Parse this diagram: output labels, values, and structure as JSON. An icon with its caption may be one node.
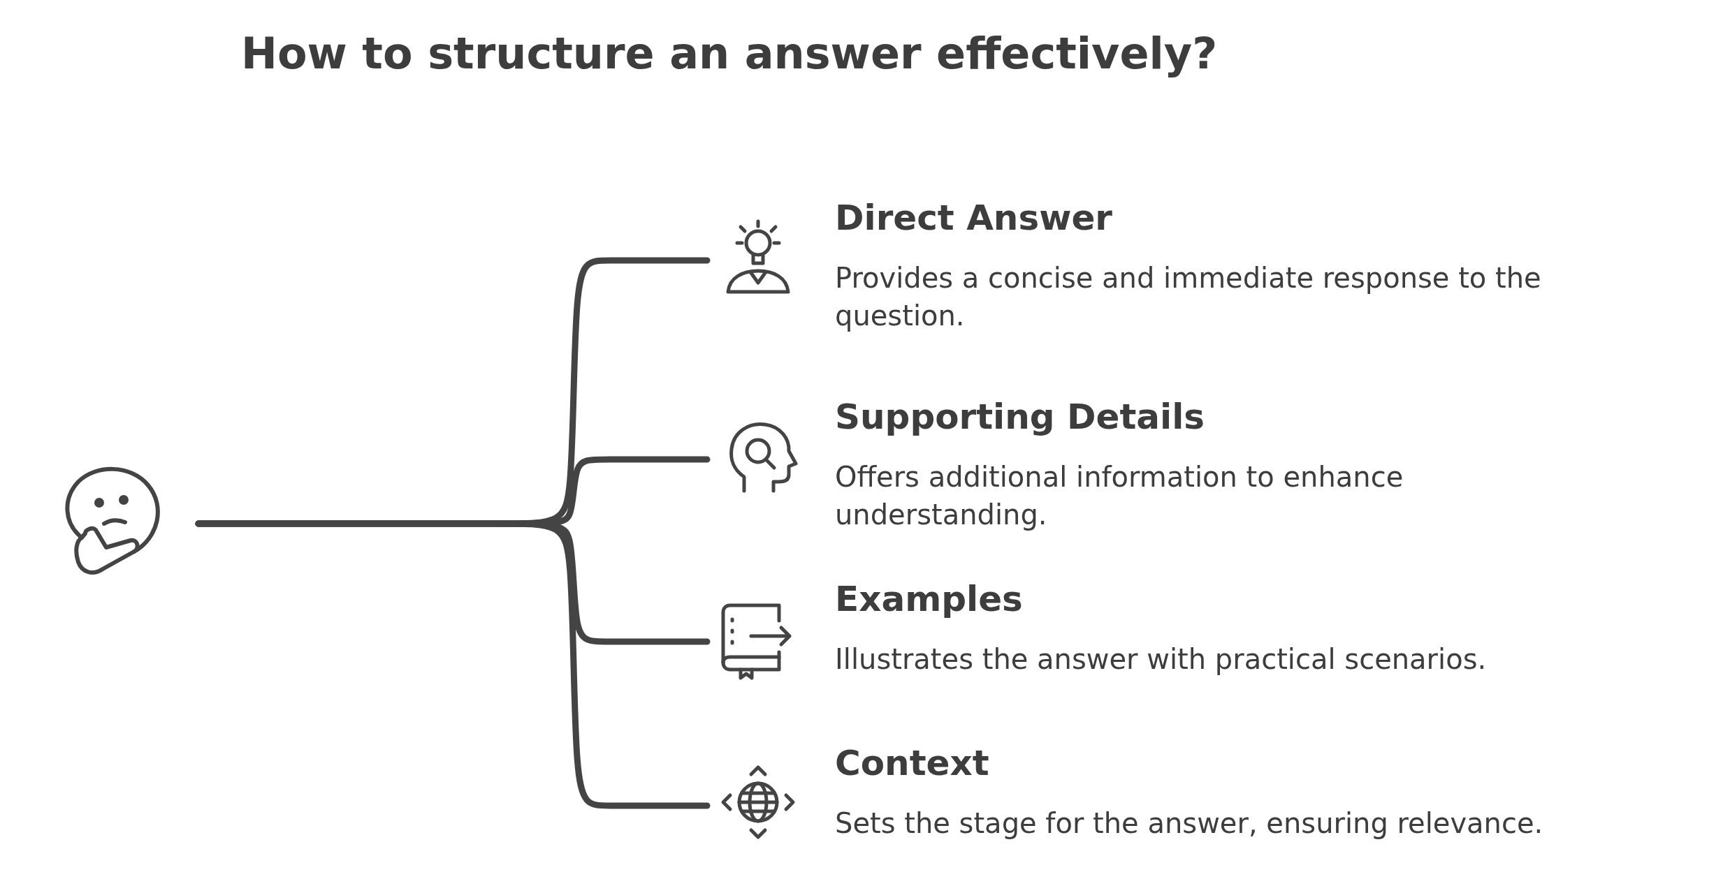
{
  "diagram": {
    "title": "How to structure an answer effectively?",
    "nodes": [
      {
        "text": [],
        "shape": "picture"
      },
      {
        "text": [
          "Direct Answer",
          "Provides a concise and immediate response to the question."
        ]
      },
      {
        "text": [
          "Supporting Details",
          "Offers additional information to enhance understanding."
        ]
      },
      {
        "text": [
          "Examples",
          "Illustrates the answer with practical scenarios."
        ]
      },
      {
        "text": [
          "Context",
          "Sets the stage for the answer, ensuring relevance."
        ]
      }
    ],
    "edges": [
      {
        "from": 0,
        "to": 1,
        "arrow": "none"
      },
      {
        "from": 0,
        "to": 2,
        "arrow": "none"
      },
      {
        "from": 0,
        "to": 3,
        "arrow": "none"
      },
      {
        "from": 0,
        "to": 4,
        "arrow": "none"
      }
    ]
  }
}
